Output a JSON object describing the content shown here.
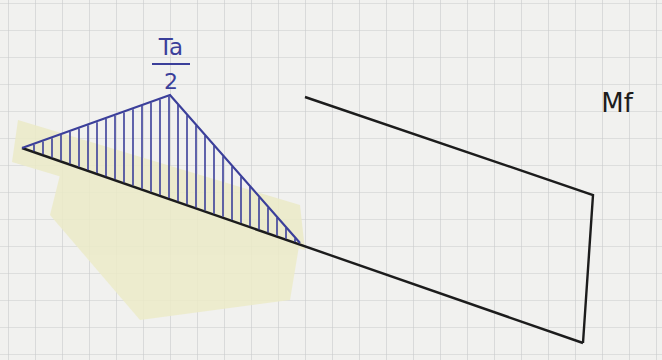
{
  "diagram": {
    "labels": [
      "Ta",
      "2",
      "Mf"
    ]
  }
}
